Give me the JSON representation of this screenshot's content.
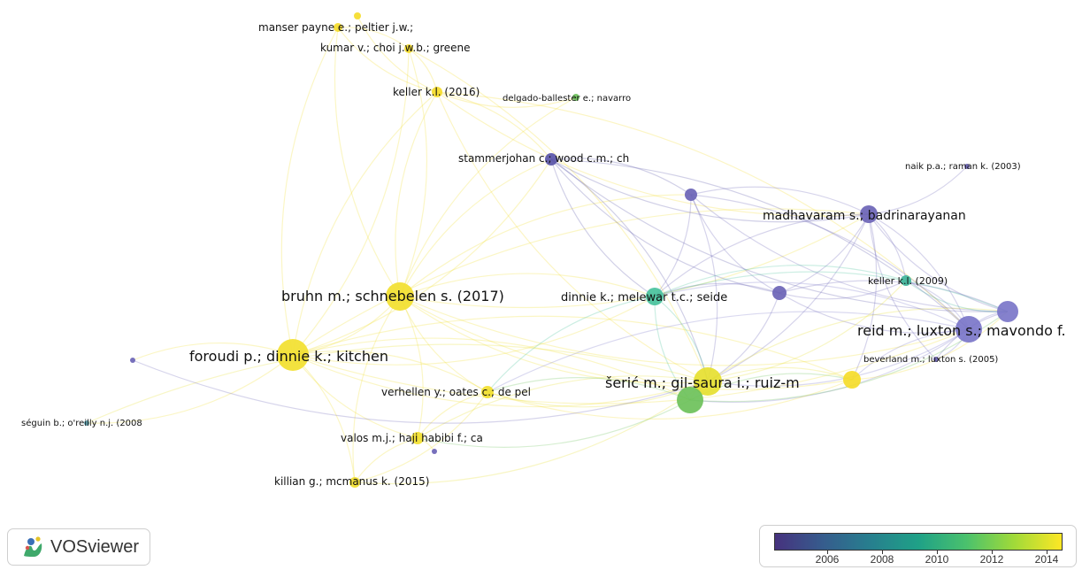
{
  "nodes": [
    {
      "id": "manser",
      "label": "manser payne e.; peltier j.w.;",
      "color": "#f5dc2a"
    },
    {
      "id": "kumar",
      "label": "kumar v.; choi j.w.b.; greene",
      "color": "#f5dc2a"
    },
    {
      "id": "keller2016",
      "label": "keller k.l. (2016)",
      "color": "#f5dc2a"
    },
    {
      "id": "delgado",
      "label": "delgado-ballester e.; navarro",
      "color": "#6cc15a"
    },
    {
      "id": "stammerjohan",
      "label": "stammerjohan c.; wood c.m.; ch",
      "color": "#5a55a8"
    },
    {
      "id": "naik",
      "label": "naik p.a.; raman k. (2003)",
      "color": "#6b64b6"
    },
    {
      "id": "madhavaram",
      "label": "madhavaram s.; badrinarayanan",
      "color": "#6b64b6"
    },
    {
      "id": "keller2009",
      "label": "keller k.l. (2009)",
      "color": "#3fb59a"
    },
    {
      "id": "bruhn",
      "label": "bruhn m.; schnebelen s. (2017)",
      "color": "#f2df2f"
    },
    {
      "id": "dinnie",
      "label": "dinnie k.; melewar t.c.; seide",
      "color": "#48c29c"
    },
    {
      "id": "reid",
      "label": "reid m.; luxton s.; mavondo f.",
      "color": "#7b76c9"
    },
    {
      "id": "foroudi",
      "label": "foroudi p.; dinnie k.; kitchen",
      "color": "#f2df2f"
    },
    {
      "id": "beverland",
      "label": "beverland m.; luxton s. (2005)",
      "color": "#6b64b6"
    },
    {
      "id": "seric",
      "label": "šerić m.; gil-saura i.; ruiz-m",
      "color": "#e6e030"
    },
    {
      "id": "verhellen",
      "label": "verhellen y.; oates c.; de pel",
      "color": "#f2df2f"
    },
    {
      "id": "seguin",
      "label": "séguin b.; o'reilly n.j. (2008",
      "color": "#5a9fae"
    },
    {
      "id": "valos",
      "label": "valos m.j.; haji habibi f.; ca",
      "color": "#f2df2f"
    },
    {
      "id": "killian",
      "label": "killian g.; mcmanus k. (2015)",
      "color": "#f2df2f"
    },
    {
      "id": "n_mid_top",
      "label": "",
      "color": "#6b64b6"
    },
    {
      "id": "n_mid",
      "label": "",
      "color": "#6b64b6"
    },
    {
      "id": "n_right",
      "label": "",
      "color": "#7b76c9"
    },
    {
      "id": "n_left",
      "label": "",
      "color": "#6b64b6"
    },
    {
      "id": "n_valos2",
      "label": "",
      "color": "#6b64b6"
    },
    {
      "id": "n_green",
      "label": "",
      "color": "#6cc15a"
    },
    {
      "id": "n_yel_right",
      "label": "",
      "color": "#f5dc2a"
    },
    {
      "id": "n_manser_top",
      "label": "",
      "color": "#f5dc2a"
    }
  ],
  "links": [
    [
      "foroudi",
      "bruhn"
    ],
    [
      "foroudi",
      "verhellen"
    ],
    [
      "foroudi",
      "valos"
    ],
    [
      "foroudi",
      "killian"
    ],
    [
      "foroudi",
      "seric"
    ],
    [
      "foroudi",
      "keller2016"
    ],
    [
      "foroudi",
      "kumar"
    ],
    [
      "foroudi",
      "manser"
    ],
    [
      "foroudi",
      "n_left"
    ],
    [
      "foroudi",
      "seguin"
    ],
    [
      "foroudi",
      "dinnie"
    ],
    [
      "foroudi",
      "n_green"
    ],
    [
      "foroudi",
      "reid"
    ],
    [
      "foroudi",
      "madhavaram"
    ],
    [
      "foroudi",
      "stammerjohan"
    ],
    [
      "foroudi",
      "n_yel_right"
    ],
    [
      "bruhn",
      "seric"
    ],
    [
      "bruhn",
      "keller2016"
    ],
    [
      "bruhn",
      "kumar"
    ],
    [
      "bruhn",
      "manser"
    ],
    [
      "bruhn",
      "verhellen"
    ],
    [
      "bruhn",
      "valos"
    ],
    [
      "bruhn",
      "killian"
    ],
    [
      "bruhn",
      "dinnie"
    ],
    [
      "bruhn",
      "reid"
    ],
    [
      "bruhn",
      "stammerjohan"
    ],
    [
      "bruhn",
      "madhavaram"
    ],
    [
      "bruhn",
      "n_mid_top"
    ],
    [
      "bruhn",
      "n_yel_right"
    ],
    [
      "bruhn",
      "delgado"
    ],
    [
      "keller2016",
      "kumar"
    ],
    [
      "keller2016",
      "manser"
    ],
    [
      "keller2016",
      "delgado"
    ],
    [
      "keller2016",
      "stammerjohan"
    ],
    [
      "keller2016",
      "seric"
    ],
    [
      "keller2016",
      "reid"
    ],
    [
      "keller2016",
      "madhavaram"
    ],
    [
      "keller2016",
      "n_manser_top"
    ],
    [
      "kumar",
      "manser"
    ],
    [
      "kumar",
      "seric"
    ],
    [
      "stammerjohan",
      "madhavaram"
    ],
    [
      "stammerjohan",
      "n_mid_top"
    ],
    [
      "stammerjohan",
      "dinnie"
    ],
    [
      "stammerjohan",
      "reid"
    ],
    [
      "stammerjohan",
      "n_mid"
    ],
    [
      "stammerjohan",
      "seric"
    ],
    [
      "stammerjohan",
      "n_right"
    ],
    [
      "madhavaram",
      "reid"
    ],
    [
      "madhavaram",
      "n_right"
    ],
    [
      "madhavaram",
      "n_mid"
    ],
    [
      "madhavaram",
      "n_mid_top"
    ],
    [
      "madhavaram",
      "keller2009"
    ],
    [
      "madhavaram",
      "dinnie"
    ],
    [
      "madhavaram",
      "seric"
    ],
    [
      "madhavaram",
      "beverland"
    ],
    [
      "madhavaram",
      "n_yel_right"
    ],
    [
      "madhavaram",
      "naik"
    ],
    [
      "n_mid_top",
      "reid"
    ],
    [
      "n_mid_top",
      "n_right"
    ],
    [
      "n_mid_top",
      "dinnie"
    ],
    [
      "n_mid_top",
      "n_mid"
    ],
    [
      "n_mid_top",
      "seric"
    ],
    [
      "n_mid",
      "reid"
    ],
    [
      "n_mid",
      "n_right"
    ],
    [
      "n_mid",
      "dinnie"
    ],
    [
      "n_mid",
      "seric"
    ],
    [
      "n_mid",
      "keller2009"
    ],
    [
      "reid",
      "n_right"
    ],
    [
      "reid",
      "keller2009"
    ],
    [
      "reid",
      "seric"
    ],
    [
      "reid",
      "dinnie"
    ],
    [
      "reid",
      "beverland"
    ],
    [
      "reid",
      "n_yel_right"
    ],
    [
      "reid",
      "n_green"
    ],
    [
      "reid",
      "verhellen"
    ],
    [
      "dinnie",
      "seric"
    ],
    [
      "dinnie",
      "n_green"
    ],
    [
      "dinnie",
      "keller2009"
    ],
    [
      "dinnie",
      "verhellen"
    ],
    [
      "dinnie",
      "n_right"
    ],
    [
      "seric",
      "n_green"
    ],
    [
      "seric",
      "verhellen"
    ],
    [
      "seric",
      "valos"
    ],
    [
      "seric",
      "n_yel_right"
    ],
    [
      "seric",
      "keller2009"
    ],
    [
      "seric",
      "killian"
    ],
    [
      "seric",
      "seguin"
    ],
    [
      "seric",
      "n_right"
    ],
    [
      "n_green",
      "verhellen"
    ],
    [
      "n_green",
      "valos"
    ],
    [
      "n_green",
      "n_right"
    ],
    [
      "n_green",
      "n_yel_right"
    ],
    [
      "verhellen",
      "valos"
    ],
    [
      "verhellen",
      "killian"
    ],
    [
      "valos",
      "killian"
    ],
    [
      "valos",
      "n_valos2"
    ],
    [
      "n_yel_right",
      "n_right"
    ],
    [
      "n_yel_right",
      "verhellen"
    ],
    [
      "keller2009",
      "n_right"
    ],
    [
      "beverland",
      "n_right"
    ],
    [
      "n_left",
      "seric"
    ]
  ],
  "legend": {
    "colors": [
      "#46327e",
      "#365c8d",
      "#277f8e",
      "#1fa187",
      "#4ac16d",
      "#a0da39",
      "#fde725"
    ],
    "ticks": [
      "2006",
      "2008",
      "2010",
      "2012",
      "2014"
    ]
  },
  "branding": {
    "name": "VOSviewer"
  }
}
